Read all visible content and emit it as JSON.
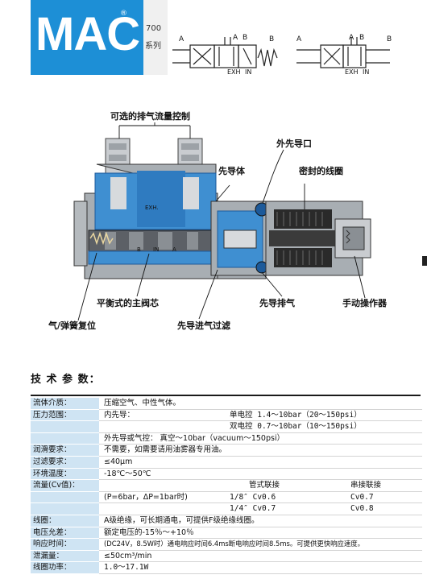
{
  "header": {
    "logo_text": "MAC",
    "logo_registered": "®",
    "series_number": "700",
    "series_label": "系列"
  },
  "symbols": {
    "a": "A",
    "b": "B",
    "exh": "EXH",
    "in": "IN",
    "exh2": "EXH",
    "in2": "IN",
    "a_right": "A",
    "b_right": "B",
    "a_mid": "A",
    "b_mid": "B",
    "a_mid2": "A",
    "b_mid2": "B"
  },
  "diagram": {
    "labels": {
      "exhaust_flow_control": "可选的排气流量控制",
      "external_pilot_port": "外先导口",
      "pilot_body": "先导体",
      "sealed_coil": "密封的线圈",
      "balanced_spool": "平衡式的主阀芯",
      "pilot_exhaust": "先导排气",
      "manual_operator": "手动操作器",
      "air_spring_return": "气/弹簧复位",
      "pilot_inlet_filter": "先导进气过滤"
    },
    "inner_labels": {
      "exh": "EXH.",
      "in": "IN",
      "b": "B",
      "a": "A"
    },
    "colors": {
      "body_gray": "#a8aeb3",
      "flow_blue": "#3f8fd1",
      "dark_blue": "#1d5a9a",
      "coil": "#2a2a2a"
    }
  },
  "specs": {
    "title": "技 术 参 数：",
    "rows": [
      {
        "k": "流体介质：",
        "cells": [
          "压缩空气、中性气体。"
        ]
      },
      {
        "k": "压力范围：",
        "cells": [
          "内先导：",
          "单电控   1.4～10bar（20～150psi）"
        ]
      },
      {
        "k": "",
        "cells": [
          "",
          "双电控   0.7～10bar（10～150psi）"
        ]
      },
      {
        "k": "",
        "cells": [
          "外先导或气控：   真空～10bar（vacuum～150psi）"
        ]
      },
      {
        "k": "润滑要求：",
        "cells": [
          "不需要，如需要请用油雾器专用油。"
        ]
      },
      {
        "k": "过滤要求：",
        "cells": [
          "≤40μm"
        ]
      },
      {
        "k": "环境温度：",
        "cells": [
          "-18℃～50℃"
        ]
      },
      {
        "k": "流量(Cv值)：",
        "cells": [
          "",
          "管式联接",
          "串接联接"
        ]
      },
      {
        "k": "",
        "cells": [
          "(P=6bar，ΔP=1bar时)",
          "1/8″      Cv0.6",
          "Cv0.7"
        ]
      },
      {
        "k": "",
        "cells": [
          "",
          "1/4″      Cv0.7",
          "Cv0.8"
        ]
      },
      {
        "k": "线圈：",
        "cells": [
          "A级绝缘，可长期通电，可提供F级绝缘线圈。"
        ]
      },
      {
        "k": "电压允差：",
        "cells": [
          "额定电压的-15％～+10％"
        ]
      },
      {
        "k": "响应时间：",
        "cells": [
          "(DC24V，8.5W时）通电响应时间6.4ms断电响应时间8.5ms。可提供更快响应速度。"
        ]
      },
      {
        "k": "泄漏量：",
        "cells": [
          "≤50cm³/min"
        ]
      },
      {
        "k": "线圈功率：",
        "cells": [
          "1.0～17.1W"
        ]
      }
    ]
  }
}
